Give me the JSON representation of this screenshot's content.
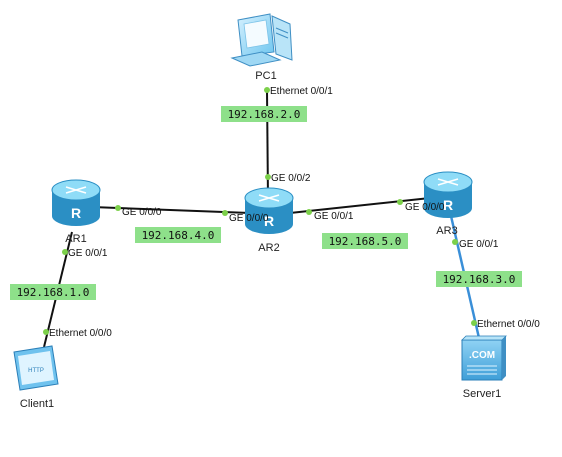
{
  "colors": {
    "link_black": "#111111",
    "link_blue": "#3a8fd8",
    "port_dot": "#7cd04a",
    "subnet_bg": "#8ee08a",
    "router_fill": "#5ec4ec",
    "router_dark": "#2b8fc4"
  },
  "devices": {
    "pc1": {
      "label": "PC1",
      "icon": "pc-icon"
    },
    "ar1": {
      "label": "AR1",
      "icon": "router-icon"
    },
    "ar2": {
      "label": "AR2",
      "icon": "router-icon"
    },
    "ar3": {
      "label": "AR3",
      "icon": "router-icon"
    },
    "client1": {
      "label": "Client1",
      "icon": "http-client-icon",
      "icon_text": "HTTP"
    },
    "server1": {
      "label": "Server1",
      "icon": "server-icon",
      "icon_text": ".COM"
    }
  },
  "ports": {
    "pc1_eth": "Ethernet 0/0/1",
    "ar2_ge002": "GE 0/0/2",
    "ar1_ge000": "GE 0/0/0",
    "ar2_ge000": "GE 0/0/0",
    "ar2_ge001": "GE 0/0/1",
    "ar3_ge000": "GE 0/0/0",
    "ar1_ge001": "GE 0/0/1",
    "ar3_ge001": "GE 0/0/1",
    "client1_eth": "Ethernet 0/0/0",
    "server1_eth": "Ethernet 0/0/0"
  },
  "subnets": {
    "net2": "192.168.2.0",
    "net4": "192.168.4.0",
    "net5": "192.168.5.0",
    "net1": "192.168.1.0",
    "net3": "192.168.3.0"
  }
}
